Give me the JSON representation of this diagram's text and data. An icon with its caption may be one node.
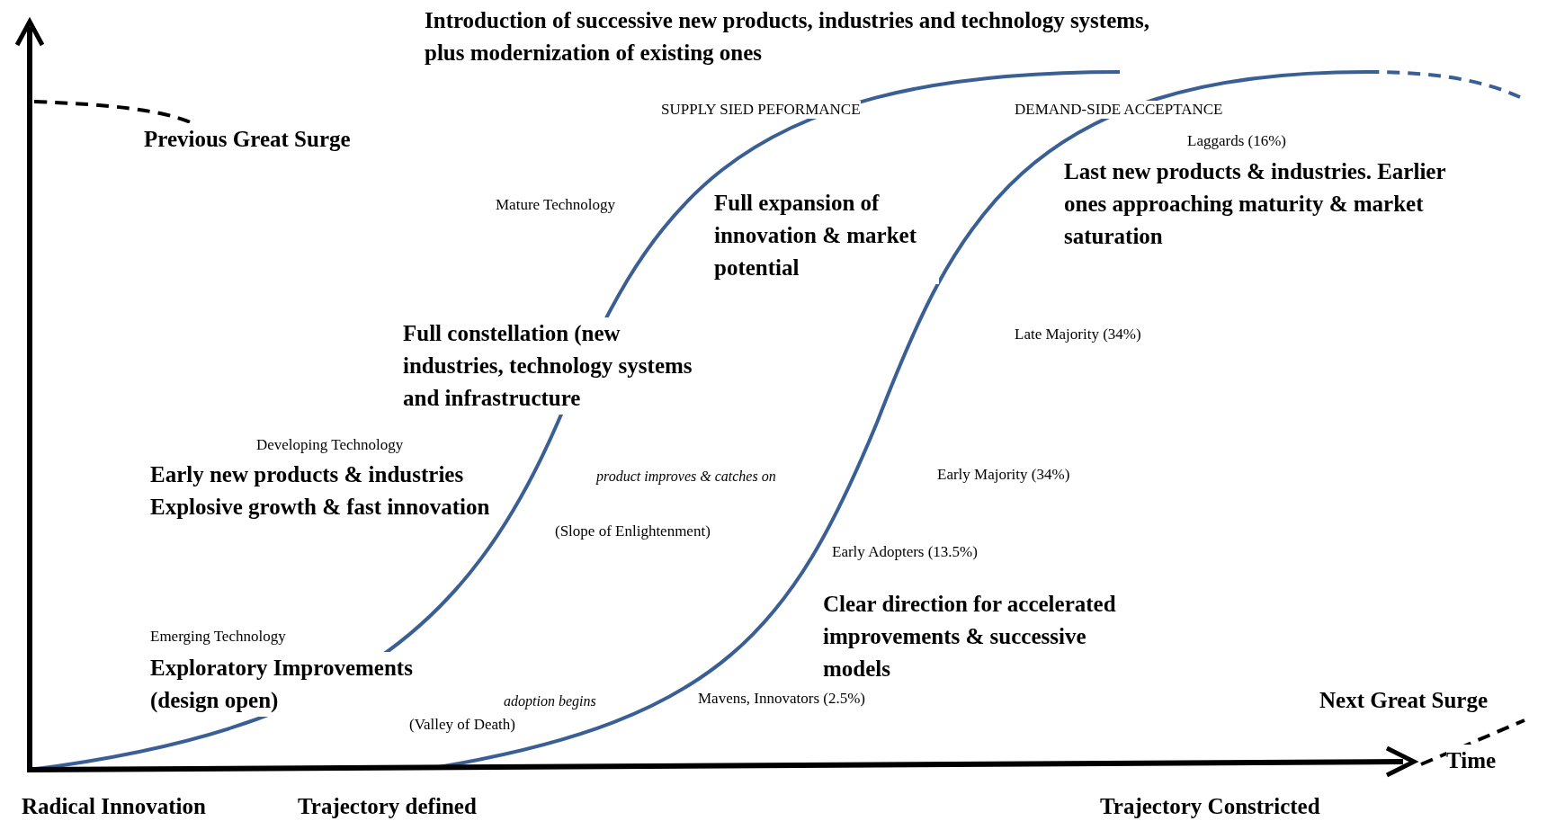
{
  "diagram": {
    "labels": [
      "Introduction of successive new products, industries and technology systems, plus modernization of existing ones",
      "SUPPLY SIED PEFORMANCE",
      "DEMAND-SIDE ACCEPTANCE",
      "Previous Great Surge",
      "Laggards (16%)",
      "Last new products & industries. Earlier ones approaching maturity & market saturation",
      "Mature Technology",
      "Full expansion of innovation & market potential",
      "Full constellation (new industries, technology systems and infrastructure",
      "Late Majority (34%)",
      "Developing Technology",
      "Early new products & industries",
      "Explosive growth & fast innovation",
      "product improves & catches on",
      "Early Majority (34%)",
      "(Slope of Enlightenment)",
      "Early Adopters (13.5%)",
      "Clear direction for accelerated improvements & successive models",
      "Emerging Technology",
      "Exploratory Improvements (design open)",
      "adoption begins",
      "Mavens, Innovators (2.5%)",
      "Next Great Surge",
      "(Valley of Death)",
      "Time",
      "Radical Innovation",
      "Trajectory defined",
      "Trajectory Constricted"
    ]
  }
}
